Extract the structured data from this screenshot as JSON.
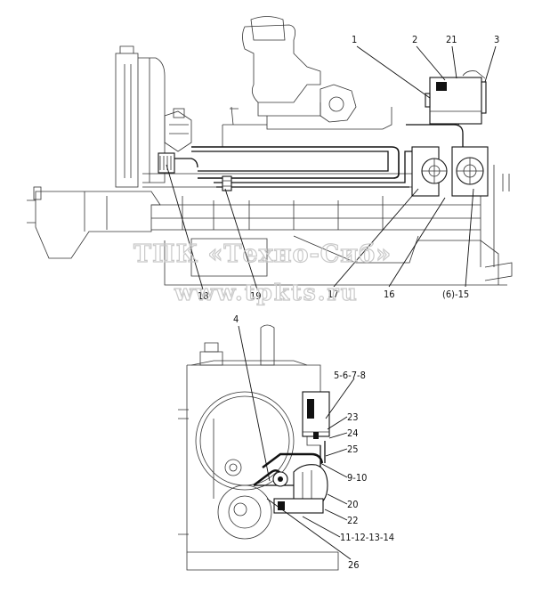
{
  "watermark": {
    "line1": "ТПК «Техно-Сиб»",
    "line2": "www.tpkts.ru"
  },
  "callouts": {
    "c1": "1",
    "c2": "2",
    "c21": "21",
    "c3": "3",
    "c18": "18",
    "c19": "19",
    "c17": "17",
    "c16": "16",
    "c6_15": "(6)-15",
    "c4": "4",
    "c5_8": "5-6-7-8",
    "c23": "23",
    "c24": "24",
    "c25": "25",
    "c9_10": "9-10",
    "c20": "20",
    "c22": "22",
    "c11_14": "11-12-13-14",
    "c26": "26"
  }
}
